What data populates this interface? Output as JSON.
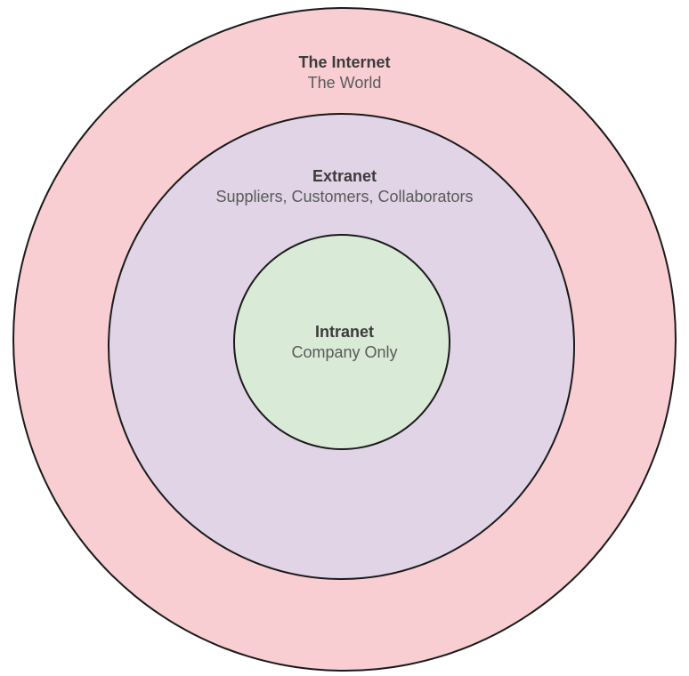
{
  "diagram": {
    "type": "concentric-circles",
    "rings": [
      {
        "id": "internet",
        "title": "The Internet",
        "subtitle": "The World",
        "fill": "#f8ced2",
        "stroke": "#1a1a1a"
      },
      {
        "id": "extranet",
        "title": "Extranet",
        "subtitle": "Suppliers, Customers, Collaborators",
        "fill": "#e0d4e6",
        "stroke": "#1a1a1a"
      },
      {
        "id": "intranet",
        "title": "Intranet",
        "subtitle": "Company Only",
        "fill": "#d9ead6",
        "stroke": "#1a1a1a"
      }
    ],
    "text_colors": {
      "title": "#3c3c3c",
      "subtitle": "#5a5a5a"
    }
  }
}
